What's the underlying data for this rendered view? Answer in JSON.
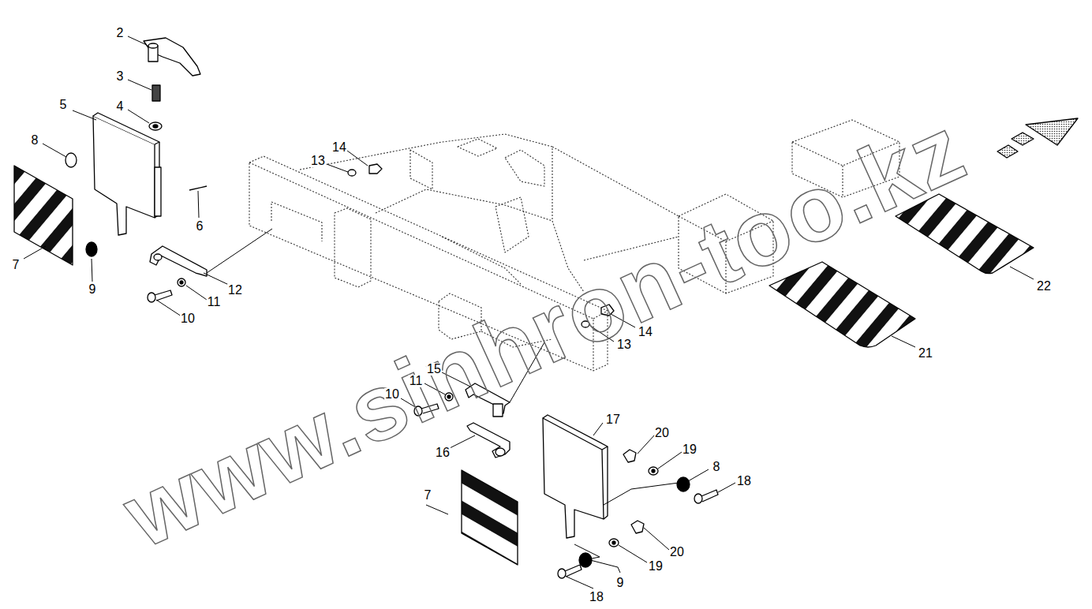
{
  "diagram": {
    "labels": [
      "2",
      "3",
      "4",
      "5",
      "8",
      "7",
      "9",
      "6",
      "14",
      "13",
      "12",
      "11",
      "10",
      "14",
      "13",
      "15",
      "11",
      "10",
      "16",
      "17",
      "20",
      "19",
      "8",
      "18",
      "7",
      "20",
      "19",
      "9",
      "18",
      "21",
      "22",
      "www.sinhron-too.kz"
    ]
  }
}
